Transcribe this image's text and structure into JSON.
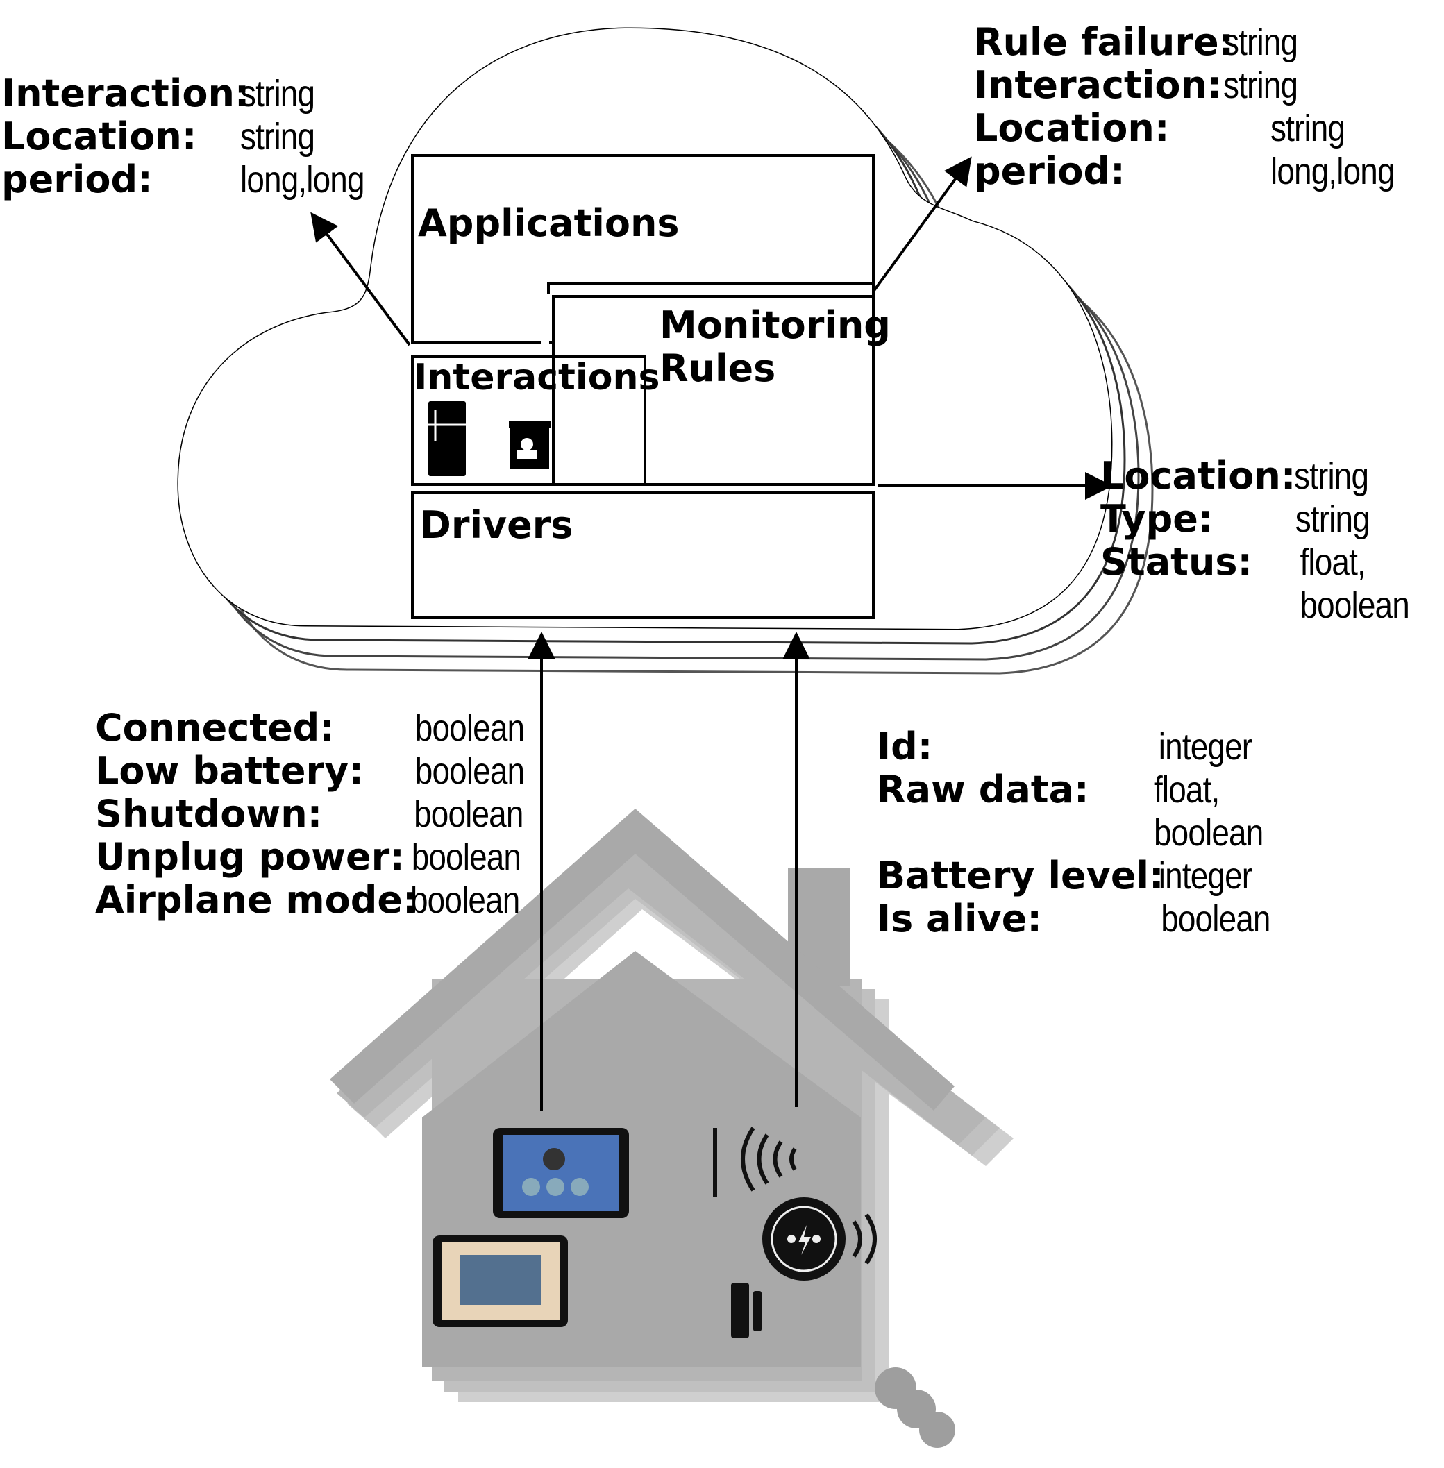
{
  "cloud": {
    "blocks": {
      "applications": "Applications",
      "monitoring_rules": "Monitoring\nRules",
      "interactions": "Interactions",
      "drivers": "Drivers"
    },
    "icons": [
      "refrigerator-icon",
      "coffee-maker-icon",
      "users-icon"
    ]
  },
  "spec_top_left": [
    {
      "key": "Interaction:",
      "value": "string"
    },
    {
      "key": "Location:",
      "value": "string"
    },
    {
      "key": "period:",
      "value": "long,long"
    }
  ],
  "spec_top_right": [
    {
      "key": "Rule failure:",
      "value": "string"
    },
    {
      "key": "Interaction:",
      "value": "string"
    },
    {
      "key": "Location:",
      "value": "string"
    },
    {
      "key": "period:",
      "value": "long,long"
    }
  ],
  "spec_mid_right": [
    {
      "key": "Location:",
      "value": "string"
    },
    {
      "key": "Type:",
      "value": "string"
    },
    {
      "key": "Status:",
      "value": "float,\nboolean"
    }
  ],
  "spec_bottom_left": [
    {
      "key": "Connected:",
      "value": "boolean"
    },
    {
      "key": "Low battery:",
      "value": "boolean"
    },
    {
      "key": "Shutdown:",
      "value": "boolean"
    },
    {
      "key": "Unplug power:",
      "value": "boolean"
    },
    {
      "key": "Airplane mode:",
      "value": "boolean"
    }
  ],
  "spec_bottom_right": [
    {
      "key": "Id:",
      "value": "integer"
    },
    {
      "key": "Raw data:",
      "value": "float,\nboolean"
    },
    {
      "key": "Battery level:",
      "value": "integer"
    },
    {
      "key": "Is alive:",
      "value": "boolean"
    }
  ],
  "house": {
    "devices": [
      "tablet-device-icon",
      "tablet-device-icon",
      "wireless-sensor-icon",
      "smart-plug-icon",
      "door-sensor-icon"
    ],
    "colors": {
      "house": "#a9a9a9",
      "house_shadow": "#c4c4c4",
      "roof_dark": "#a0a0a0"
    }
  }
}
